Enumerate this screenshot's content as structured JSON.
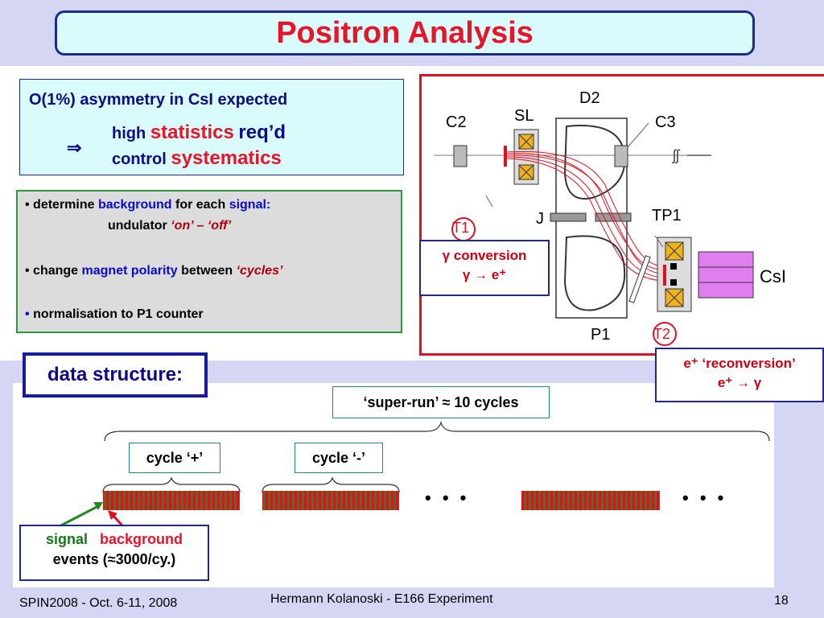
{
  "title": "Positron Analysis",
  "asymmetry": {
    "line1": "O(1%) asymmetry in CsI expected",
    "arrow": "⇒",
    "high_prefix": "high",
    "high_word": "statistics",
    "high_suffix": "req’d",
    "control_prefix": "control",
    "control_word": "systematics"
  },
  "bullets": {
    "b1_prefix": "• determine",
    "b1_bg": "background",
    "b1_mid": "for each",
    "b1_sig": "signal:",
    "b1_line2_prefix": "undulator",
    "b1_line2_value": "‘on’ – ‘off’",
    "b2_prefix": "• change",
    "b2_mag": "magnet polarity",
    "b2_mid": "between",
    "b2_cycles": "‘cycles’",
    "b3_bullet": "•",
    "b3_text": "normalisation to P1 counter"
  },
  "diagram": {
    "labels": {
      "C2": "C2",
      "SL": "SL",
      "D2": "D2",
      "C3": "C3",
      "J": "J",
      "TP1": "TP1",
      "T1": "T1",
      "T2": "T2",
      "P1": "P1",
      "CsI": "CsI"
    },
    "gamma_conversion": {
      "line1": "γ conversion",
      "line2": "γ → e⁺"
    },
    "reconversion": {
      "line1": "e⁺ ‘reconversion’",
      "line2": "e⁺ → γ"
    }
  },
  "data_structure": {
    "label": "data structure:",
    "super_run": "‘super-run’ ≈ 10 cycles",
    "cycle_plus": "cycle ‘+’",
    "cycle_minus": "cycle ‘-’",
    "dots": "•  •  •",
    "events": {
      "signal": "signal",
      "background": "background",
      "line2": "events (≈3000/cy.)"
    }
  },
  "colors": {
    "signal": "#1e8a1e",
    "background": "#e01020",
    "accent_red": "#e8142a",
    "navy": "#1c2a8a"
  },
  "footer": {
    "left": "SPIN2008 - Oct. 6-11, 2008",
    "center": "Hermann Kolanoski - E166 Experiment",
    "page": "18"
  }
}
